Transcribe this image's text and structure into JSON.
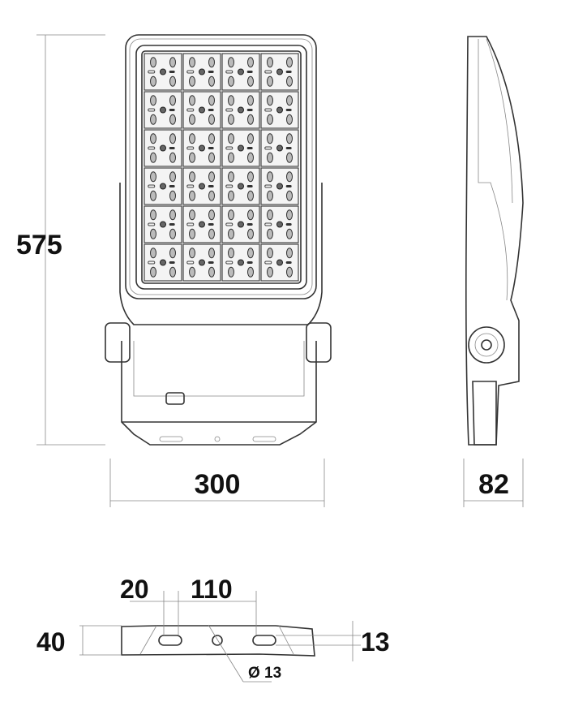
{
  "title": "Floodlight dimension drawing",
  "dimensions": {
    "height": "575",
    "width": "300",
    "depth": "82",
    "slot_length": "20",
    "slot_spacing": "110",
    "bracket_height": "40",
    "slot_width": "13",
    "hole_diameter": "Ø 13"
  },
  "led_grid": {
    "columns": 4,
    "rows": 6
  }
}
